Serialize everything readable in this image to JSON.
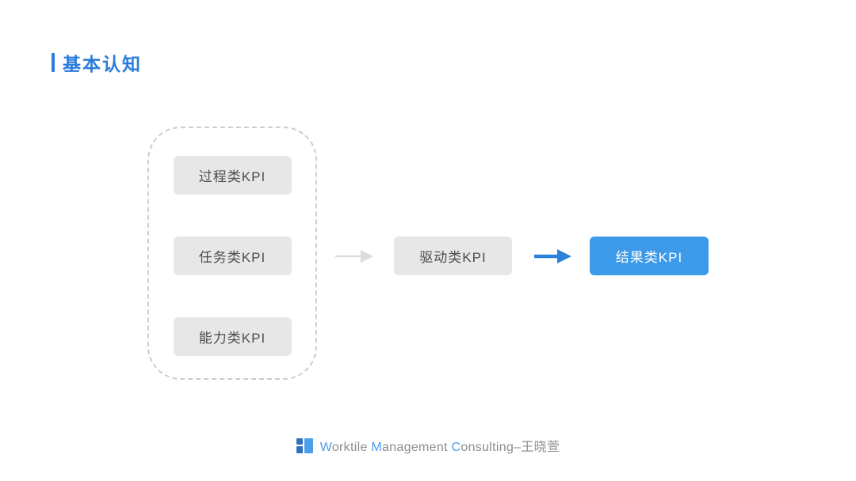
{
  "slide": {
    "title": "基本认知"
  },
  "diagram": {
    "group_boxes": [
      {
        "label": "过程类KPI"
      },
      {
        "label": "任务类KPI"
      },
      {
        "label": "能力类KPI"
      }
    ],
    "driver_box": {
      "label": "驱动类KPI"
    },
    "result_box": {
      "label": "结果类KPI"
    },
    "arrows": [
      {
        "name": "arrow-from-group",
        "style": "gray"
      },
      {
        "name": "arrow-to-result",
        "style": "blue"
      }
    ]
  },
  "footer": {
    "full_text": "Worktile Management Consulting–王晓萱",
    "segments": [
      {
        "text": "W",
        "accent": true
      },
      {
        "text": "orktile ",
        "accent": false
      },
      {
        "text": "M",
        "accent": true
      },
      {
        "text": "anagement ",
        "accent": false
      },
      {
        "text": "C",
        "accent": true
      },
      {
        "text": "onsulting–王晓萱",
        "accent": false
      }
    ]
  },
  "colors": {
    "title_blue": "#2B7CD9",
    "box_gray": "#E7E7E7",
    "box_text": "#4D4D4D",
    "result_blue": "#3D9AE8",
    "arrow_gray": "#DCDCDC",
    "arrow_blue": "#2C82DB",
    "dash_border": "#CDCDCD",
    "footer_gray": "#8E8E8E",
    "footer_blue": "#4C9BE8",
    "logo_dark": "#3470BE",
    "logo_light": "#4D9FE8"
  }
}
